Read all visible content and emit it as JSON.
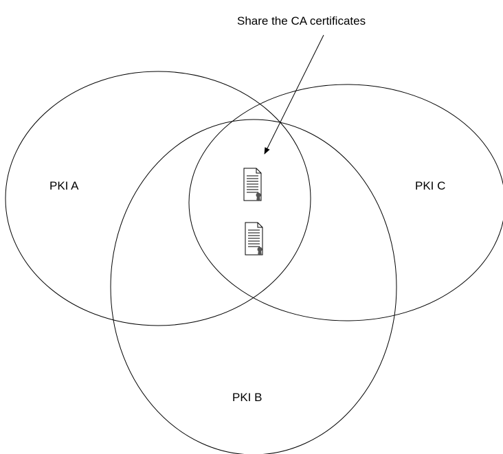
{
  "diagram": {
    "annotation": "Share the CA certificates",
    "sets": [
      {
        "id": "a",
        "label": "PKI A"
      },
      {
        "id": "b",
        "label": "PKI B"
      },
      {
        "id": "c",
        "label": "PKI C"
      }
    ],
    "shared_items": [
      {
        "icon": "certificate-icon"
      },
      {
        "icon": "certificate-icon"
      }
    ],
    "colors": {
      "stroke": "#000000",
      "background": "#ffffff",
      "seal": "#555555"
    }
  }
}
